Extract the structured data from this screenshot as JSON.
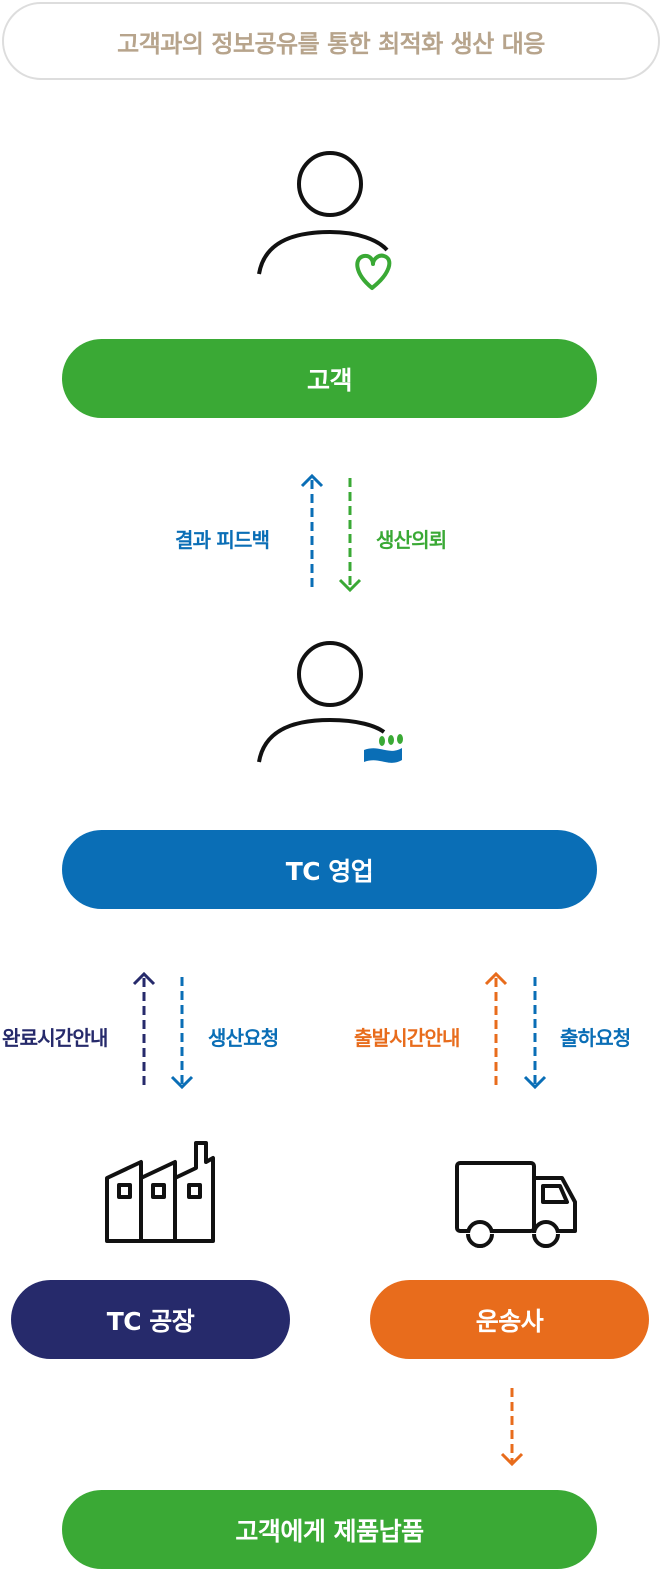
{
  "header": {
    "title": "고객과의 정보공유를 통한 최적화 생산 대응"
  },
  "nodes": {
    "customer": {
      "label": "고객"
    },
    "tc_sales": {
      "label": "TC 영업"
    },
    "tc_factory": {
      "label": "TC 공장"
    },
    "carrier": {
      "label": "운송사"
    },
    "delivery": {
      "label": "고객에게 제품납품"
    }
  },
  "flows": {
    "result_feedback": "결과 피드백",
    "production_request_customer": "생산의뢰",
    "completion_time_notice": "완료시간안내",
    "production_request_factory": "생산요청",
    "departure_time_notice": "출발시간안내",
    "shipping_request": "출하요청"
  },
  "colors": {
    "green": "#3aa935",
    "blue": "#0a6eb6",
    "navy": "#262a6b",
    "orange": "#e86c1c",
    "header_text": "#b7a48c"
  }
}
